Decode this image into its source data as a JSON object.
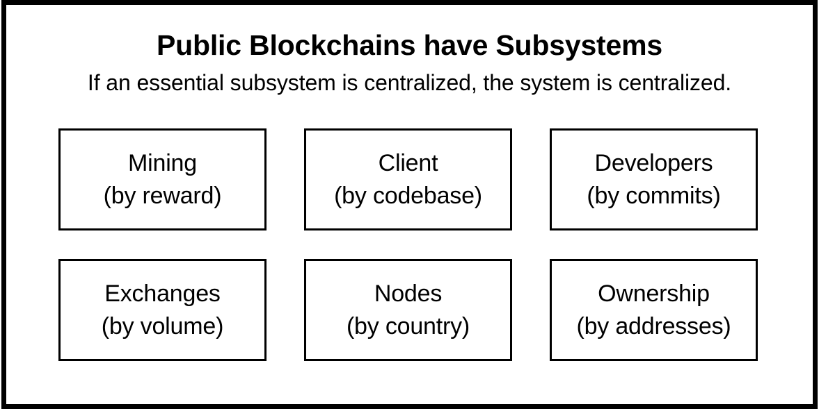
{
  "slide": {
    "title": "Public Blockchains have Subsystems",
    "subtitle": "If an essential subsystem is centralized, the system is centralized.",
    "frame_color": "#000000",
    "background_color": "#ffffff",
    "text_color": "#000000"
  },
  "subsystems": [
    {
      "name": "Mining",
      "metric": "(by reward)"
    },
    {
      "name": "Client",
      "metric": "(by codebase)"
    },
    {
      "name": "Developers",
      "metric": "(by commits)"
    },
    {
      "name": "Exchanges",
      "metric": "(by volume)"
    },
    {
      "name": "Nodes",
      "metric": "(by country)"
    },
    {
      "name": "Ownership",
      "metric": "(by addresses)"
    }
  ]
}
